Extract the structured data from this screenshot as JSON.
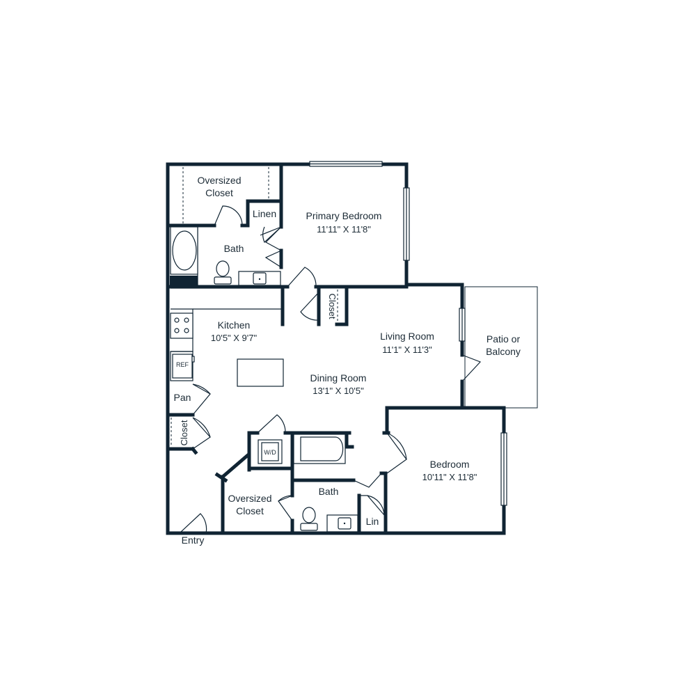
{
  "rooms": {
    "oversized_closet_top": "Oversized\nCloset",
    "linen": "Linen",
    "primary_bedroom": {
      "name": "Primary Bedroom",
      "dims": "11'11\" X 11'8\""
    },
    "bath_top": "Bath",
    "closet_mid": "Closet",
    "kitchen": {
      "name": "Kitchen",
      "dims": "10'5\" X 9'7\""
    },
    "living_room": {
      "name": "Living Room",
      "dims": "11'1\" X 11'3\""
    },
    "patio": "Patio or\nBalcony",
    "dining_room": {
      "name": "Dining Room",
      "dims": "13'1\" X 10'5\""
    },
    "pan": "Pan",
    "closet_left": "Closet",
    "wd": "W/D",
    "bedroom": {
      "name": "Bedroom",
      "dims": "10'11\" X 11'8\""
    },
    "oversized_closet_bottom": "Oversized\nCloset",
    "bath_bottom": "Bath",
    "lin": "Lin",
    "entry": "Entry",
    "ref": "REF"
  }
}
